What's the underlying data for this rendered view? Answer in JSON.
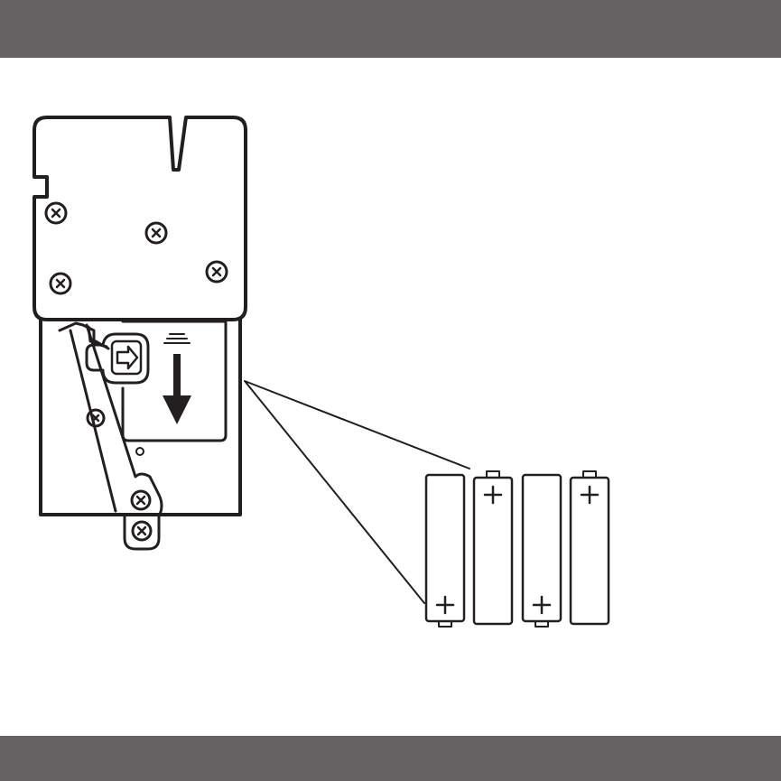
{
  "colors": {
    "bar": "#656263",
    "ink": "#231f20",
    "background": "#ffffff"
  },
  "header": {
    "text": ""
  },
  "footer": {
    "text": ""
  },
  "diagram": {
    "battery_count": 4,
    "battery_orientation": [
      "plus-bottom",
      "plus-top",
      "plus-bottom",
      "plus-top"
    ],
    "icons": [
      "screw-icon",
      "slide-arrow-icon",
      "down-arrow-icon"
    ]
  }
}
